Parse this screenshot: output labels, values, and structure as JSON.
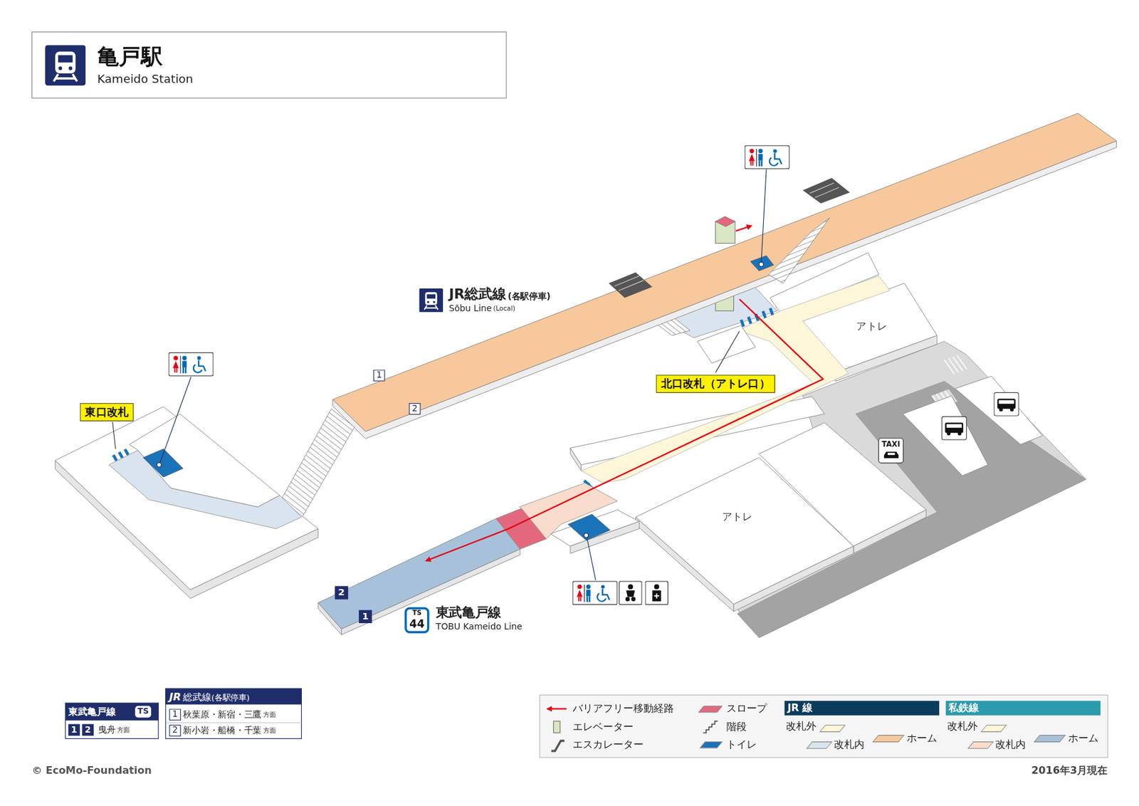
{
  "diagram": {
    "title": "亀戸駅",
    "nodes": [
      {
        "text": [
          "北口改札（アトレ口）"
        ]
      },
      {
        "text": [
          "東口改札"
        ]
      },
      {
        "text": [
          "1"
        ]
      },
      {
        "text": [
          "2"
        ]
      },
      {
        "text": [
          "アトレ"
        ]
      },
      {
        "text": [
          "アトレ"
        ]
      },
      {
        "text": [
          "TAXI"
        ]
      },
      {
        "text": [
          "2"
        ]
      },
      {
        "text": [
          "1"
        ]
      },
      {
        "text": [
          "TS",
          "44"
        ]
      },
      {
        "text": [
          "東武亀戸線"
        ]
      },
      {
        "text": [
          "TS"
        ],
        "in": 10
      },
      {
        "text": [
          "1"
        ]
      },
      {
        "text": [
          "2"
        ]
      },
      {
        "text": [
          "JR",
          "総武線",
          "(各駅停車)"
        ]
      },
      {
        "text": [
          "1"
        ]
      },
      {
        "text": [
          "2"
        ]
      }
    ],
    "labels": [
      "Kameido Station",
      "JR総武線",
      "(各駅停車)",
      "Sōbu Line",
      "(Local)",
      "東武亀戸線",
      "TOBU Kameido Line",
      "曳舟",
      "方面",
      "秋葉原・新宿・三鷹",
      "方面",
      "新小岩・船橋・千葉",
      "方面",
      "JR 線",
      "私鉄線",
      "© EcoMo-Foundation",
      "2016年3月現在"
    ],
    "legend": [
      {
        "text": "バリアフリー移動経路"
      },
      {
        "text": "エレベーター"
      },
      {
        "text": "エスカレーター"
      },
      {
        "text": "スロープ",
        "color": "#e4687d"
      },
      {
        "text": "階段"
      },
      {
        "text": "トイレ",
        "color": "#1a72b9"
      },
      {
        "text": "改札外",
        "color": "#fdf6d8"
      },
      {
        "text": "改札内",
        "color": "#d9e4ef"
      },
      {
        "text": "ホーム",
        "color": "#f7c89b"
      },
      {
        "text": "改札外",
        "color": "#fdf6d8"
      },
      {
        "text": "改札内",
        "color": "#f9dccb"
      },
      {
        "text": "ホーム",
        "color": "#a7c1da"
      }
    ]
  }
}
